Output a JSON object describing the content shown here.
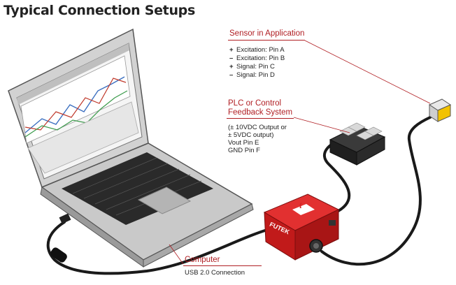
{
  "title": "Typical Connection Setups",
  "sensor": {
    "heading": "Sensor in Application",
    "pins": [
      {
        "sign": "+",
        "text": "Excitation: Pin A"
      },
      {
        "sign": "–",
        "text": "Excitation: Pin B"
      },
      {
        "sign": "+",
        "text": "Signal: Pin C"
      },
      {
        "sign": "–",
        "text": "Signal: Pin D"
      }
    ]
  },
  "plc": {
    "heading_line1": "PLC or Control",
    "heading_line2": "Feedback System",
    "lines": [
      "(± 10VDC Output or",
      "± 5VDC output)",
      "Vout Pin E",
      "GND Pin F"
    ]
  },
  "computer": {
    "heading": "Computer",
    "subtext": "USB 2.0 Connection"
  },
  "device": {
    "brand": "FUTEK",
    "logo_letter": "f"
  },
  "colors": {
    "accent_red": "#b01e23",
    "device_red": "#d42020",
    "laptop_gray": "#c9c9c9",
    "cable": "#1a1a1a"
  },
  "icons": [
    "laptop-icon",
    "futek-amplifier-icon",
    "plc-module-icon",
    "sensor-icon",
    "ferrite-bead-icon"
  ]
}
